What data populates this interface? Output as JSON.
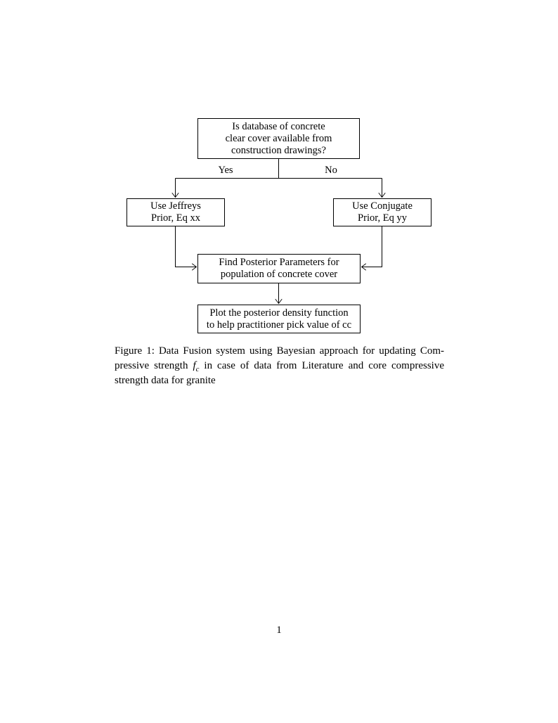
{
  "page": {
    "number": "1"
  },
  "flowchart": {
    "top_box": "Is database of concrete\nclear cover available from\nconstruction drawings?",
    "yes_label": "Yes",
    "no_label": "No",
    "left_box": "Use Jeffreys\nPrior, Eq xx",
    "right_box": "Use Conjugate\nPrior, Eq yy",
    "middle_box": "Find Posterior Parameters for\npopulation of concrete cover",
    "bottom_box": "Plot the posterior density function\nto help practitioner pick value of cc"
  },
  "caption": {
    "line1": "Figure 1: Data Fusion system using Bayesian approach for updating Com-",
    "line2_before": "pressive strength ",
    "math_var": "f",
    "math_sub": "c",
    "line2_after": " in case of data from Literature and core compressive",
    "line3": "strength data for granite"
  },
  "colors": {
    "ink": "#000000",
    "paper": "#ffffff"
  }
}
